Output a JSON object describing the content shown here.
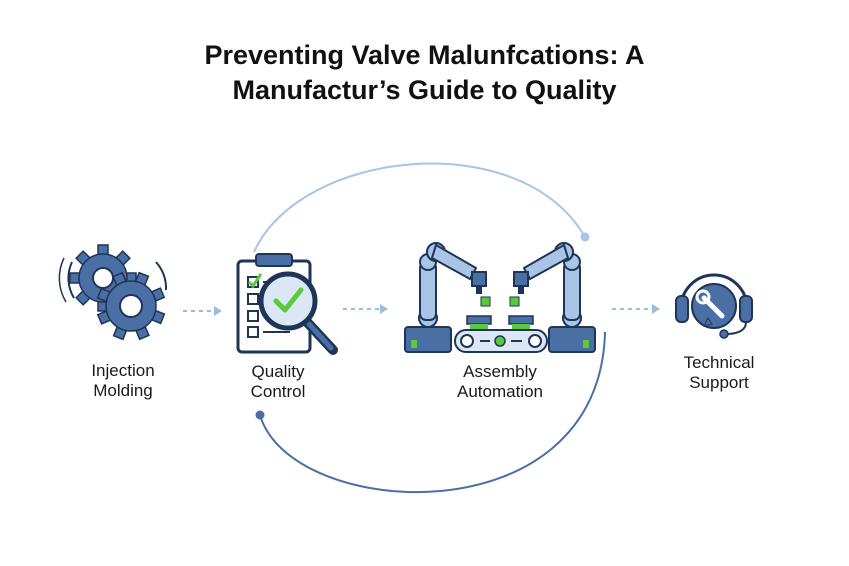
{
  "title": {
    "line1": "Preventing Valve Malunfcations: A",
    "line2": "Manufactur’s Guide to Quality"
  },
  "steps": [
    {
      "icon": "gears-icon",
      "label_line1": "Injection",
      "label_line2": "Molding"
    },
    {
      "icon": "clipboard-magnifier-icon",
      "label_line1": "Quality",
      "label_line2": "Control"
    },
    {
      "icon": "robot-arms-conveyor-icon",
      "label_line1": "Assembly",
      "label_line2": "Automation"
    },
    {
      "icon": "headset-support-icon",
      "label_line1": "Technical",
      "label_line2": "Support"
    }
  ],
  "colors": {
    "primary": "#4a6fa5",
    "dark": "#1e3557",
    "light": "#a9c4e6",
    "accent": "#5cc93a",
    "arrow": "#9cbbe0"
  }
}
